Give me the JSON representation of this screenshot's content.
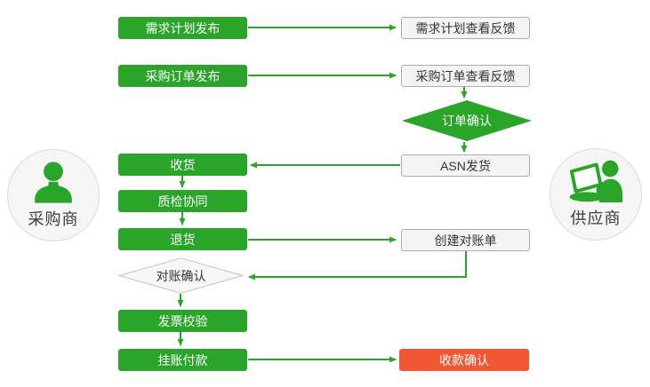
{
  "diagram": {
    "title_note": "",
    "actors": {
      "buyer": {
        "label": "采购商"
      },
      "supplier": {
        "label": "供应商"
      }
    },
    "nodes": {
      "demand_plan_publish": {
        "label": "需求计划发布"
      },
      "demand_plan_feedback": {
        "label": "需求计划查看反馈"
      },
      "po_publish": {
        "label": "采购订单发布"
      },
      "po_feedback": {
        "label": "采购订单查看反馈"
      },
      "order_confirm": {
        "label": "订单确认"
      },
      "asn_ship": {
        "label": "ASN发货"
      },
      "receive_goods": {
        "label": "收货"
      },
      "quality_collab": {
        "label": "质检协同"
      },
      "return_goods": {
        "label": "退货"
      },
      "create_statement": {
        "label": "创建对账单"
      },
      "statement_confirm": {
        "label": "对账确认"
      },
      "invoice_check": {
        "label": "发票校验"
      },
      "payment": {
        "label": "挂账付款"
      },
      "receipt_confirm": {
        "label": "收款确认"
      }
    },
    "edges": [
      {
        "from": "demand_plan_publish",
        "to": "demand_plan_feedback"
      },
      {
        "from": "po_publish",
        "to": "po_feedback"
      },
      {
        "from": "po_feedback",
        "to": "order_confirm"
      },
      {
        "from": "order_confirm",
        "to": "asn_ship"
      },
      {
        "from": "asn_ship",
        "to": "receive_goods"
      },
      {
        "from": "receive_goods",
        "to": "quality_collab"
      },
      {
        "from": "quality_collab",
        "to": "return_goods"
      },
      {
        "from": "return_goods",
        "to": "create_statement"
      },
      {
        "from": "create_statement",
        "to": "statement_confirm"
      },
      {
        "from": "statement_confirm",
        "to": "invoice_check"
      },
      {
        "from": "invoice_check",
        "to": "payment"
      },
      {
        "from": "payment",
        "to": "receipt_confirm"
      }
    ],
    "colors": {
      "green": "#2aa52a",
      "red": "#f25733",
      "gray-fill": "#f4f4f4",
      "gray-border": "#ababab",
      "diamond-fill": "#f7f7f7",
      "diamond-border": "#c3c3c3",
      "circle-fill": "#f6f6f6",
      "circle-border": "#dcdcdc",
      "text-dark": "#333333"
    }
  }
}
